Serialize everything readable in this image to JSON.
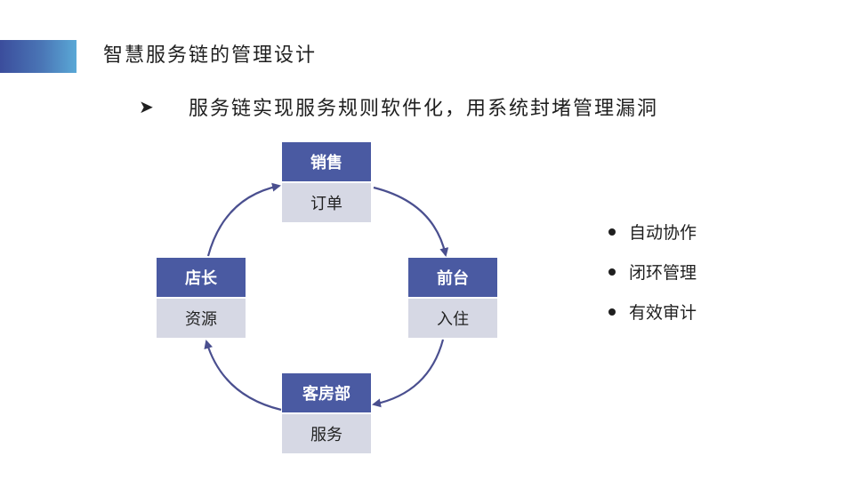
{
  "title": "智慧服务链的管理设计",
  "subtitle": {
    "bullet": "➤",
    "text": "服务链实现服务规则软件化，用系统封堵管理漏洞"
  },
  "cycle": {
    "nodes": [
      {
        "head": "销售",
        "body": "订单"
      },
      {
        "head": "前台",
        "body": "入住"
      },
      {
        "head": "客房部",
        "body": "服务"
      },
      {
        "head": "店长",
        "body": "资源"
      }
    ]
  },
  "bullets": [
    "自动协作",
    "闭环管理",
    "有效审计"
  ],
  "colors": {
    "node_head": "#4a5aa2",
    "node_body": "#d6d8e4",
    "arrow": "#4a4f8f",
    "accent_start": "#3b4d9c",
    "accent_end": "#5aa8d6"
  }
}
